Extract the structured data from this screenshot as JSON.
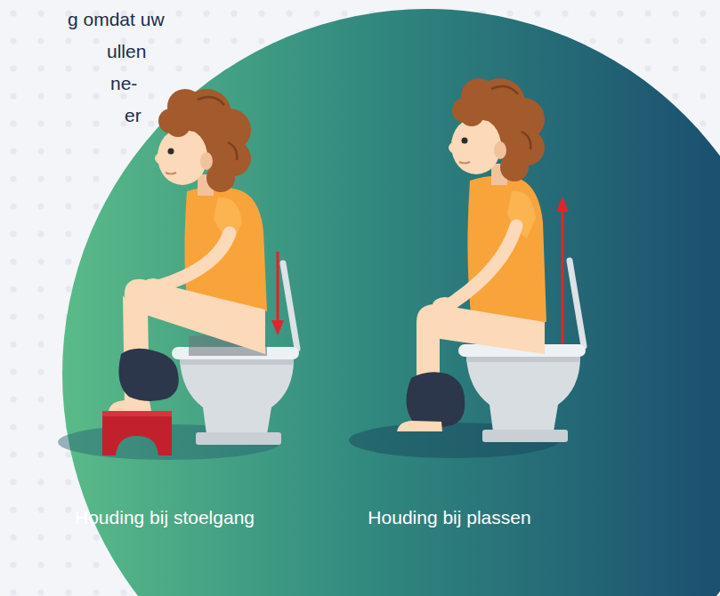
{
  "diagram": {
    "nodes": [
      {
        "text": [
          "Houding bij stoelgang",
          "Houding bij plassen"
        ]
      }
    ],
    "labels": [
      "g omdat uw",
      "ullen",
      "ne-",
      "er"
    ]
  }
}
